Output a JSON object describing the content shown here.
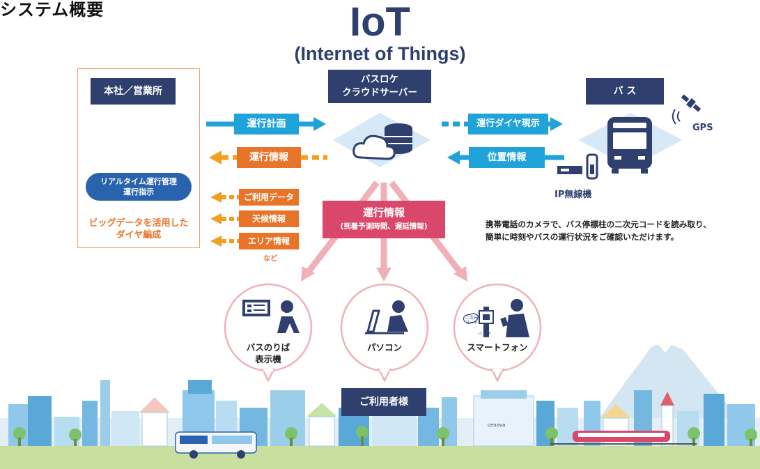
{
  "page_title": "システム概要",
  "header": {
    "title": "IoT",
    "subtitle": "(Internet of Things)"
  },
  "office": {
    "title": "本社／営業所",
    "pill_line1": "リアルタイム運行管理",
    "pill_line2": "運行指示",
    "bigdata_line1": "ビッグデータを活用した",
    "bigdata_line2": "ダイヤ編成"
  },
  "cloud": {
    "title_line1": "バスロケ",
    "title_line2": "クラウドサーバー"
  },
  "bus": {
    "title": "バ ス",
    "gps_label": "GPS",
    "radio_label": "IP無線機"
  },
  "arrows": {
    "plan": "運行計画",
    "info_back": "運行情報",
    "timetable": "運行ダイヤ現示",
    "position": "位置情報"
  },
  "data_tags": [
    "ご利用データ",
    "天候情報",
    "エリア情報"
  ],
  "data_tags_more": "など",
  "center_info": {
    "title": "運行情報",
    "sub": "(到着予測時間、遅延情報)"
  },
  "devices": [
    {
      "line1": "バスのりば",
      "line2": "表示機",
      "icon": "display-board-icon"
    },
    {
      "line1": "パソコン",
      "line2": "",
      "icon": "computer-icon"
    },
    {
      "line1": "スマートフォン",
      "line2": "",
      "icon": "smartphone-icon"
    }
  ],
  "qr_sign": {
    "line1": "二次元",
    "line2": "コード",
    "line3": "バス停"
  },
  "users_label": "ご利用者様",
  "note_line1": "携帯電話のカメラで、バス停標柱の二次元コードを読み取り、",
  "note_line2": "簡単に時刻やバスの運行状況をご確認いただけます。",
  "station_sign": "cenova",
  "colors": {
    "navy": "#2f3f6e",
    "blue_arrow": "#1fa3d8",
    "orange": "#e8742a",
    "pink": "#d9486a",
    "diamond": "#d7e9f7"
  }
}
